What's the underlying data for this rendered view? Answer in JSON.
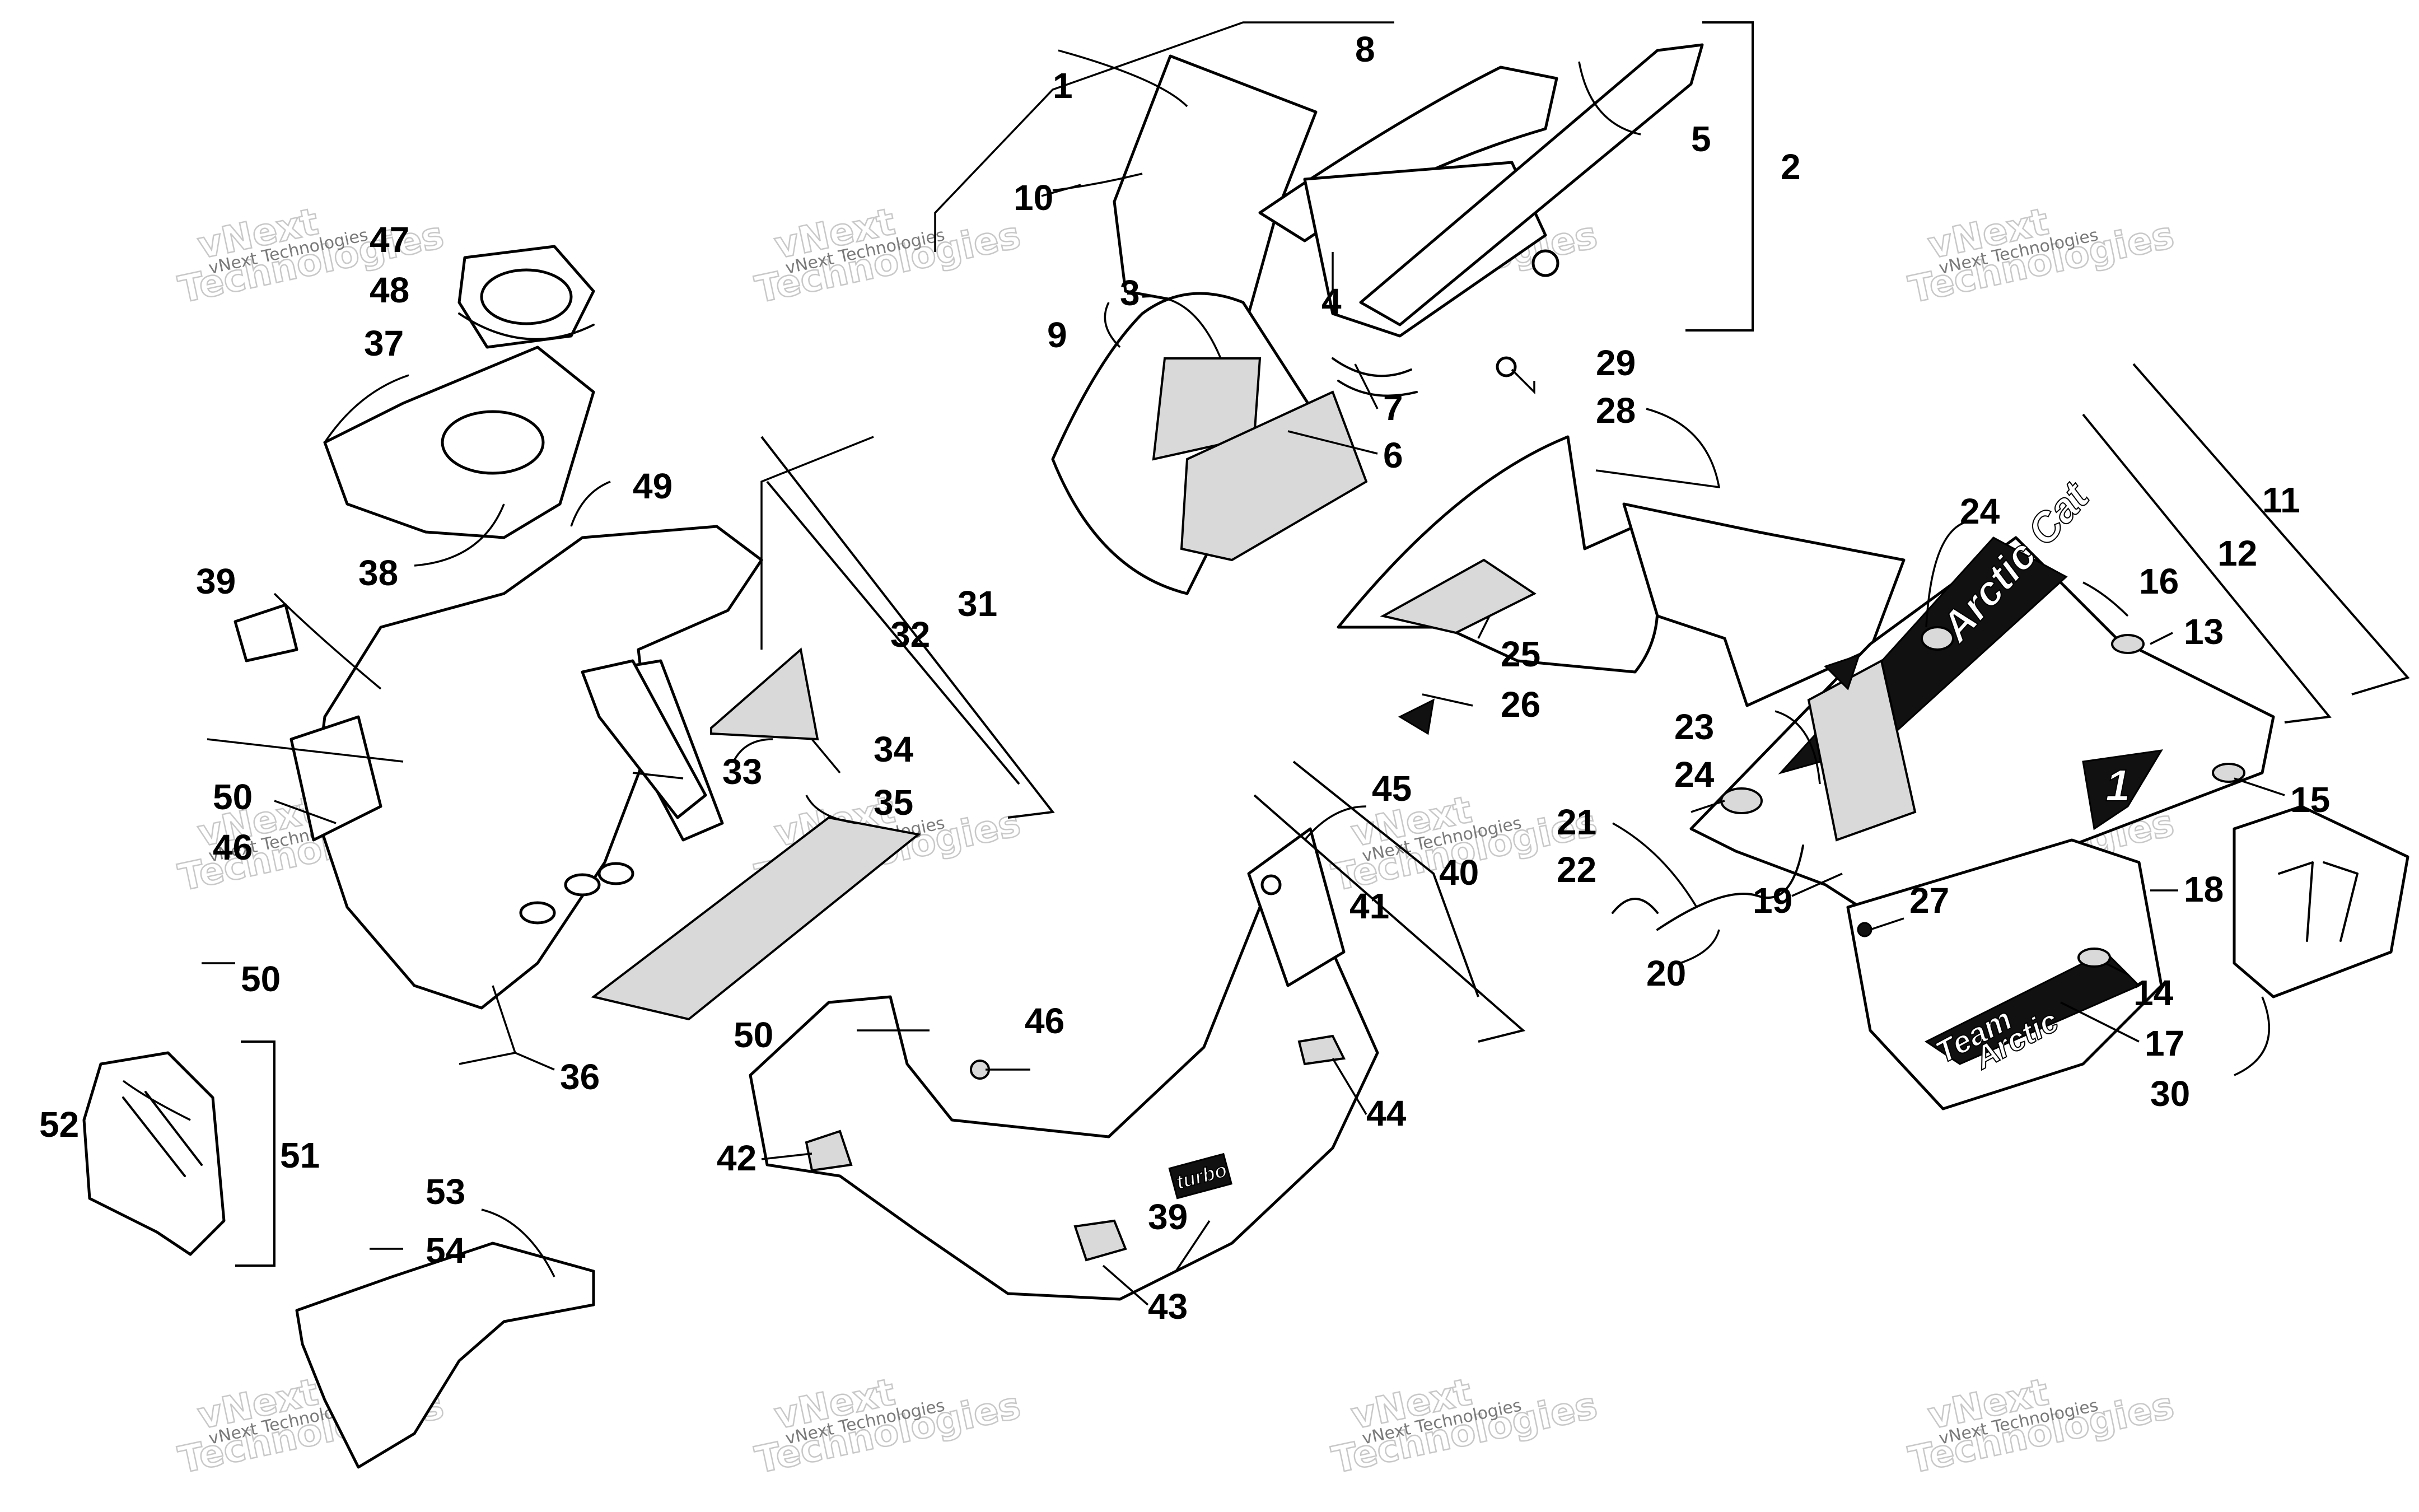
{
  "diagram": {
    "callouts": [
      "1",
      "2",
      "3",
      "4",
      "5",
      "6",
      "7",
      "8",
      "9",
      "10",
      "11",
      "12",
      "13",
      "14",
      "15",
      "16",
      "17",
      "18",
      "19",
      "20",
      "21",
      "22",
      "23",
      "24",
      "24",
      "25",
      "26",
      "27",
      "28",
      "29",
      "30",
      "31",
      "32",
      "33",
      "34",
      "35",
      "36",
      "37",
      "38",
      "39",
      "39",
      "40",
      "41",
      "42",
      "43",
      "44",
      "45",
      "46",
      "46",
      "47",
      "48",
      "49",
      "50",
      "50",
      "50",
      "51",
      "52",
      "53",
      "54"
    ],
    "decals": {
      "brand": "Arctic Cat",
      "team_line1": "Team",
      "team_line2": "Arctic",
      "model": "turbo",
      "number": "1"
    },
    "watermark": {
      "small": "vNext Technologies",
      "big_line1": "vNext",
      "big_line2": "Technologies"
    }
  }
}
